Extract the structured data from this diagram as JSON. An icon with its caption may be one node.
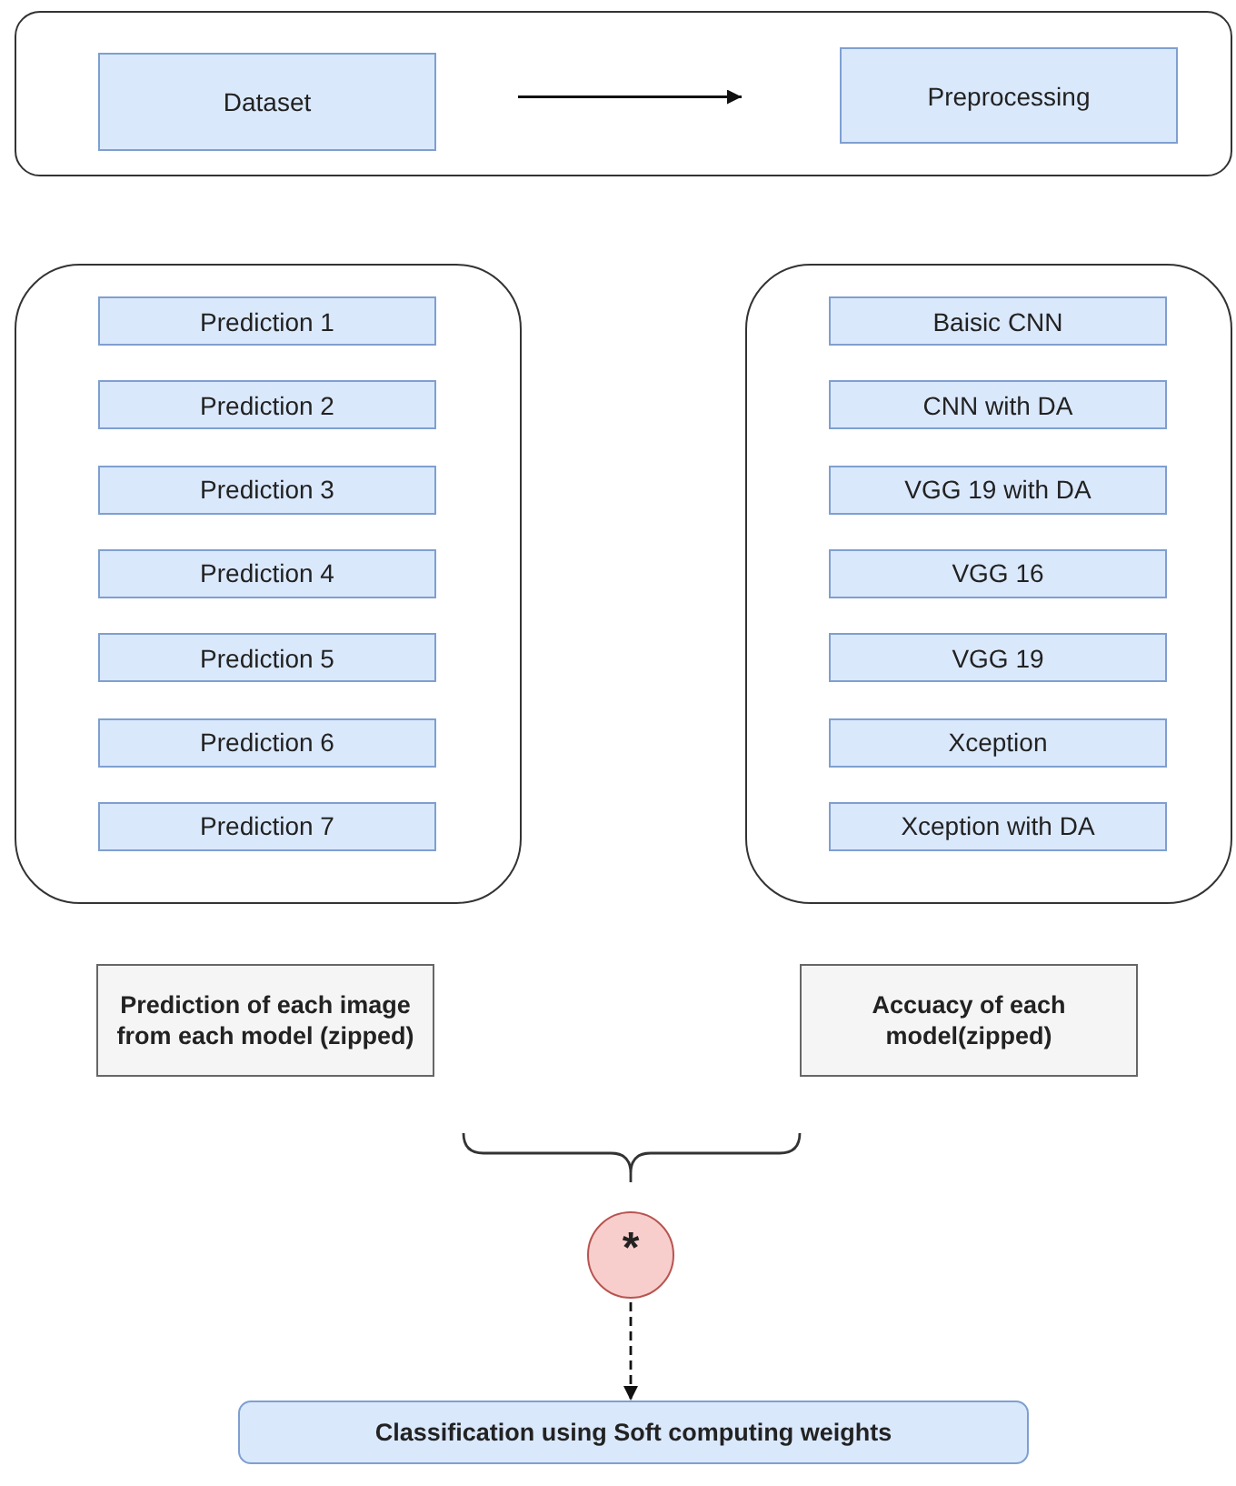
{
  "diagram": {
    "nodes": [
      {
        "text": [],
        "shape": "box"
      },
      {
        "text": [
          "Dataset"
        ],
        "in": 0
      },
      {
        "text": [
          "Preprocessing"
        ],
        "in": 0
      },
      {
        "text": [],
        "shape": "box"
      },
      {
        "text": [
          "Prediction 1"
        ],
        "in": 3
      },
      {
        "text": [
          "Prediction 2"
        ],
        "in": 3
      },
      {
        "text": [
          "Prediction 3"
        ],
        "in": 3
      },
      {
        "text": [
          "Prediction 4"
        ],
        "in": 3
      },
      {
        "text": [
          "Prediction 5"
        ],
        "in": 3
      },
      {
        "text": [
          "Prediction 6"
        ],
        "in": 3
      },
      {
        "text": [
          "Prediction 7"
        ],
        "in": 3
      },
      {
        "text": [],
        "shape": "box"
      },
      {
        "text": [
          "Baisic CNN"
        ],
        "in": 11
      },
      {
        "text": [
          "CNN with DA"
        ],
        "in": 11
      },
      {
        "text": [
          "VGG 19 with DA"
        ],
        "in": 11
      },
      {
        "text": [
          "VGG 16"
        ],
        "in": 11
      },
      {
        "text": [
          "VGG 19"
        ],
        "in": 11
      },
      {
        "text": [
          "Xception"
        ],
        "in": 11
      },
      {
        "text": [
          "Xception with DA"
        ],
        "in": 11
      },
      {
        "text": [
          "Prediction of each image from each model (zipped)"
        ]
      },
      {
        "text": [
          "Accuacy of each model(zipped)"
        ]
      },
      {
        "text": [
          "*"
        ]
      },
      {
        "text": [
          "Classification using Soft computing weights"
        ]
      }
    ],
    "edges": [
      {
        "from": 1,
        "to": 2,
        "arrow": "to"
      },
      {
        "from": 21,
        "to": 22,
        "arrow": "to",
        "style": "dashed"
      }
    ]
  }
}
